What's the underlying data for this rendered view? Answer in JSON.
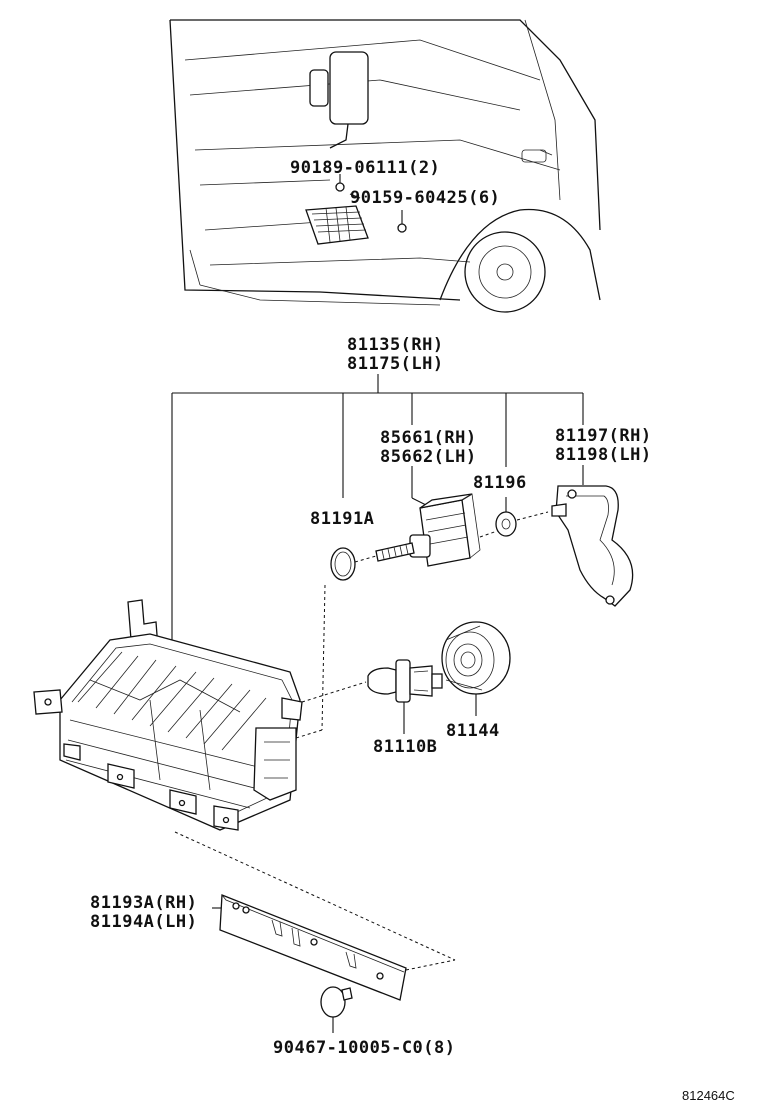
{
  "callouts": {
    "screw_top": "90189-06111(2)",
    "screw_side": "90159-60425(6)",
    "headlamp_rh": "81135(RH)",
    "headlamp_lh": "81175(LH)",
    "leveling_rh": "85661(RH)",
    "leveling_lh": "85662(LH)",
    "cover_rh": "81197(RH)",
    "cover_lh": "81198(LH)",
    "seal": "81196",
    "oring": "81191A",
    "socket": "81144",
    "bulb": "81110B",
    "bracket_rh": "81193A(RH)",
    "bracket_lh": "81194A(LH)",
    "clip": "90467-10005-C0(8)"
  },
  "reference": "812464C"
}
